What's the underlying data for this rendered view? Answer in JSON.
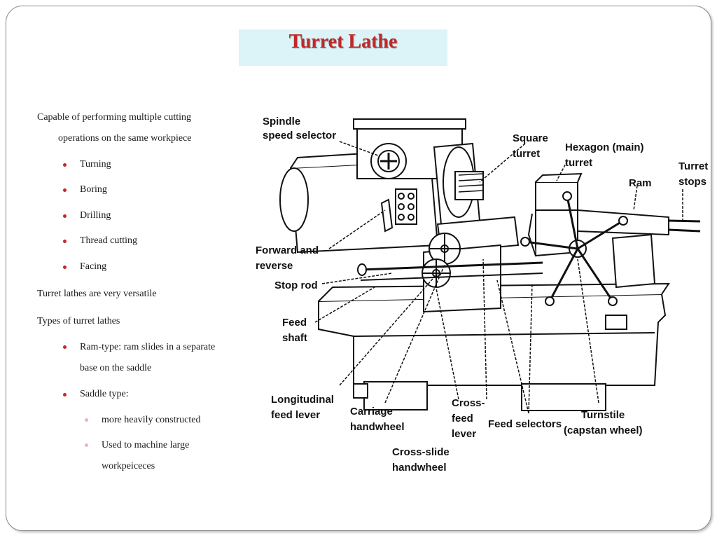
{
  "title": "Turret Lathe",
  "content": {
    "intro_line1": "Capable of performing multiple cutting",
    "intro_line2": "operations on the same workpiece",
    "operations": [
      "Turning",
      "Boring",
      "Drilling",
      "Thread cutting",
      "Facing"
    ],
    "versatile": "Turret lathes are very versatile",
    "types_heading": "Types of turret lathes",
    "ram_type_line1": "Ram-type: ram slides in a separate",
    "ram_type_line2": "base on the saddle",
    "saddle_type": "Saddle type:",
    "saddle_sub1": "more heavily constructed",
    "saddle_sub2_line1": "Used to machine large",
    "saddle_sub2_line2": "workpeiceces"
  },
  "diagram": {
    "labels": {
      "spindle1": "Spindle",
      "spindle2": "speed selector",
      "square1": "Square",
      "square2": "turret",
      "hexagon1": "Hexagon (main)",
      "hexagon2": "turret",
      "ram": "Ram",
      "stops1": "Turret",
      "stops2": "stops",
      "forward1": "Forward and",
      "forward2": "reverse",
      "stoprod": "Stop rod",
      "feed1": "Feed",
      "feed2": "shaft",
      "long1": "Longitudinal",
      "long2": "feed lever",
      "carriage1": "Carriage",
      "carriage2": "handwheel",
      "cross1": "Cross-",
      "cross2": "feed",
      "cross3": "lever",
      "feedsel": "Feed selectors",
      "turnstile1": "Turnstile",
      "turnstile2": "(capstan wheel)",
      "crossslide1": "Cross-slide",
      "crossslide2": "handwheel"
    }
  }
}
